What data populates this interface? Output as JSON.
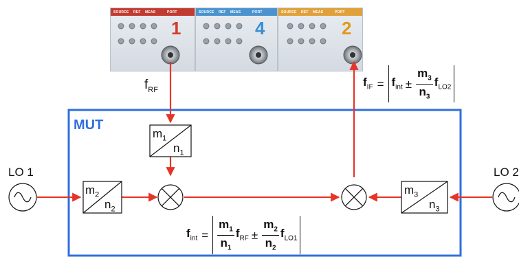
{
  "instrument": {
    "panel_strip_labels": [
      "SOURCE",
      "REF",
      "MEAS",
      "PORT"
    ],
    "ports": [
      {
        "number": "1",
        "color": "#d53a2a",
        "strip_color": "#c23b30"
      },
      {
        "number": "4",
        "color": "#3b8fd0",
        "strip_color": "#4a93cf"
      },
      {
        "number": "2",
        "color": "#e09a1c",
        "strip_color": "#e0a13a"
      }
    ]
  },
  "signals": {
    "f_rf": {
      "base": "f",
      "sub": "RF"
    },
    "f_if": {
      "base": "f",
      "sub": "IF"
    },
    "f_int": {
      "base": "f",
      "sub": "int"
    },
    "f_lo1": {
      "base": "f",
      "sub": "LO1"
    },
    "f_lo2": {
      "base": "f",
      "sub": "LO2"
    },
    "operator": "±",
    "equals": "="
  },
  "blocks": {
    "mut_label": "MUT",
    "divider1": {
      "num": "m",
      "num_sub": "1",
      "den": "n",
      "den_sub": "1"
    },
    "divider2": {
      "num": "m",
      "num_sub": "2",
      "den": "n",
      "den_sub": "2"
    },
    "divider3": {
      "num": "m",
      "num_sub": "3",
      "den": "n",
      "den_sub": "3"
    },
    "lo1_label": "LO 1",
    "lo2_label": "LO 2"
  },
  "colors": {
    "signal_red": "#e53528",
    "mut_blue": "#2f6fdc"
  }
}
